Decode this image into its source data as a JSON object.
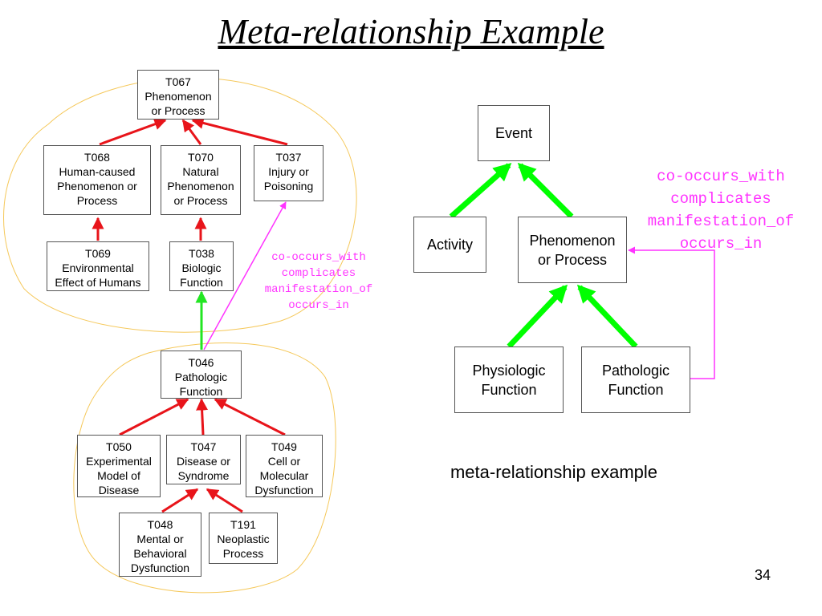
{
  "title": "Meta-relationship Example",
  "left_diagram": {
    "nodes": [
      {
        "id": "t067",
        "label": "T067\nPhenomenon\nor Process"
      },
      {
        "id": "t068",
        "label": "T068\nHuman-caused\nPhenomenon or\nProcess"
      },
      {
        "id": "t070",
        "label": "T070\nNatural\nPhenomenon\nor Process"
      },
      {
        "id": "t037",
        "label": "T037\nInjury or\nPoisoning"
      },
      {
        "id": "t069",
        "label": "T069\nEnvironmental\nEffect of Humans"
      },
      {
        "id": "t038",
        "label": "T038\nBiologic\nFunction"
      },
      {
        "id": "t046",
        "label": "T046\nPathologic\nFunction"
      },
      {
        "id": "t050",
        "label": "T050\nExperimental\nModel of\nDisease"
      },
      {
        "id": "t047",
        "label": "T047\nDisease or\nSyndrome"
      },
      {
        "id": "t049",
        "label": "T049\nCell or\nMolecular\nDysfunction"
      },
      {
        "id": "t048",
        "label": "T048\nMental or\nBehavioral\nDysfunction"
      },
      {
        "id": "t191",
        "label": "T191\nNeoplastic\nProcess"
      }
    ],
    "relationship_label": "co-occurs_with\ncomplicates\nmanifestation_of\noccurs_in"
  },
  "right_diagram": {
    "nodes": [
      {
        "id": "event",
        "label": "Event"
      },
      {
        "id": "activity",
        "label": "Activity"
      },
      {
        "id": "phenomenon",
        "label": "Phenomenon\nor Process"
      },
      {
        "id": "physiologic",
        "label": "Physiologic\nFunction"
      },
      {
        "id": "pathologic",
        "label": "Pathologic\nFunction"
      }
    ],
    "relationship_label": "co-occurs_with\ncomplicates\nmanifestation_of\noccurs_in"
  },
  "caption": "meta-relationship example",
  "page_number": "34",
  "colors": {
    "isa_arrow": "#e8141a",
    "biologic_arrow": "#22e622",
    "meta_arrow": "#ff33ff",
    "group_outline": "#f5c85a",
    "node_border": "#555555"
  }
}
